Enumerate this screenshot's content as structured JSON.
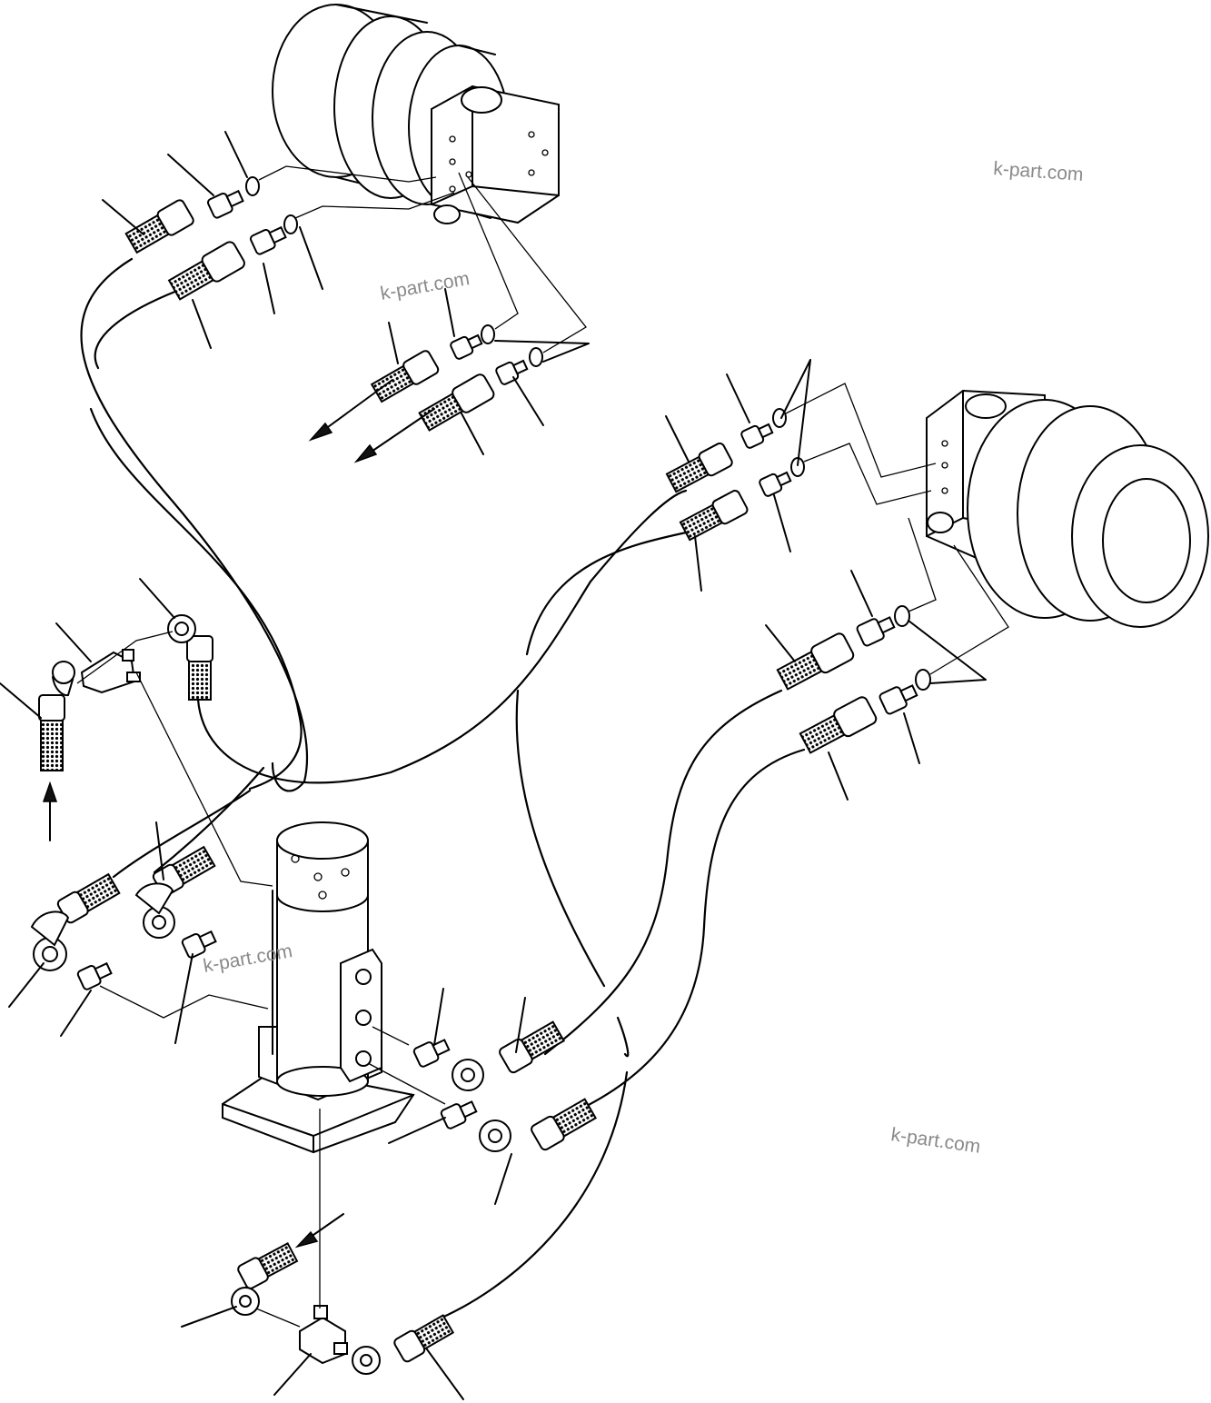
{
  "watermark": {
    "text_1": "k-part.com",
    "text_2": "k-part.com",
    "text_3": "k-part.com",
    "text_4": "k-part.com"
  },
  "colors": {
    "line": "#000000",
    "watermark": "#8a8a8a",
    "background": "#ffffff"
  },
  "components": [
    "left-travel-motor",
    "right-travel-motor",
    "swivel-joint",
    "hoses",
    "hose-fittings",
    "elbow-fittings",
    "adapters",
    "o-rings",
    "tee-fittings",
    "leader-lines",
    "flow-arrows"
  ]
}
